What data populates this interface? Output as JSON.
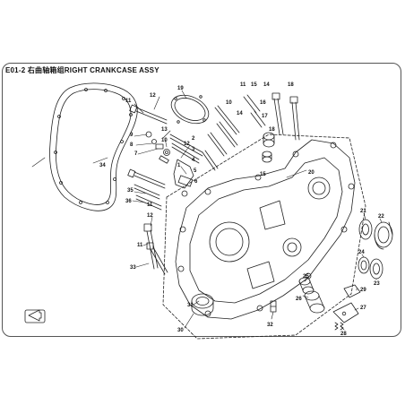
{
  "header": {
    "code": "E01-2",
    "cn_title": "右曲轴箱组",
    "en_title": "RIGHT CRANKCASE ASSY"
  },
  "callouts": [
    {
      "id": "c19",
      "text": "19"
    },
    {
      "id": "c34",
      "text": "34"
    },
    {
      "id": "c11a",
      "text": "11"
    },
    {
      "id": "c12a",
      "text": "12"
    },
    {
      "id": "c9",
      "text": "9"
    },
    {
      "id": "c8",
      "text": "8"
    },
    {
      "id": "c7",
      "text": "7"
    },
    {
      "id": "c13",
      "text": "13"
    },
    {
      "id": "c10",
      "text": "10"
    },
    {
      "id": "c12b",
      "text": "12"
    },
    {
      "id": "c1",
      "text": "1"
    },
    {
      "id": "c2",
      "text": "2"
    },
    {
      "id": "c3",
      "text": "3"
    },
    {
      "id": "c4",
      "text": "4"
    },
    {
      "id": "c5",
      "text": "5"
    },
    {
      "id": "c6",
      "text": "6"
    },
    {
      "id": "c35",
      "text": "35"
    },
    {
      "id": "c36",
      "text": "36"
    },
    {
      "id": "c11b",
      "text": "11"
    },
    {
      "id": "c12c",
      "text": "12"
    },
    {
      "id": "c11c",
      "text": "11"
    },
    {
      "id": "c33",
      "text": "33"
    },
    {
      "id": "c31",
      "text": "31"
    },
    {
      "id": "c30",
      "text": "30"
    },
    {
      "id": "c32",
      "text": "32"
    },
    {
      "id": "c11d",
      "text": "11"
    },
    {
      "id": "c15a",
      "text": "15"
    },
    {
      "id": "c14a",
      "text": "14"
    },
    {
      "id": "c18a",
      "text": "18"
    },
    {
      "id": "c10b",
      "text": "10"
    },
    {
      "id": "c14b",
      "text": "14"
    },
    {
      "id": "c16",
      "text": "16"
    },
    {
      "id": "c17",
      "text": "17"
    },
    {
      "id": "c18b",
      "text": "18"
    },
    {
      "id": "c15b",
      "text": "15"
    },
    {
      "id": "c20",
      "text": "20"
    },
    {
      "id": "c21",
      "text": "21"
    },
    {
      "id": "c22",
      "text": "22"
    },
    {
      "id": "c24",
      "text": "24"
    },
    {
      "id": "c23",
      "text": "23"
    },
    {
      "id": "c25",
      "text": "25"
    },
    {
      "id": "c26",
      "text": "26"
    },
    {
      "id": "c27",
      "text": "27"
    },
    {
      "id": "c28",
      "text": "28"
    },
    {
      "id": "c29",
      "text": "29"
    }
  ],
  "colors": {
    "line": "#222222",
    "frame": "#555555"
  }
}
